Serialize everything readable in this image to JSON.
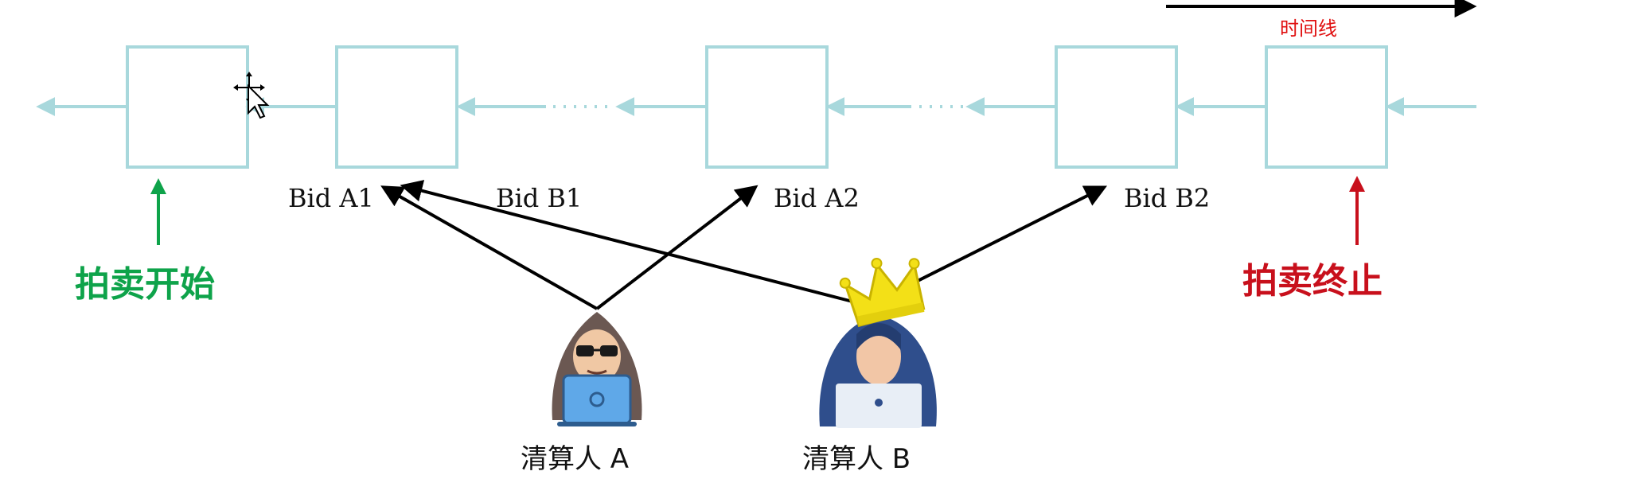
{
  "timeline": {
    "label": "时间线"
  },
  "bids": {
    "a1": "Bid A1",
    "b1": "Bid B1",
    "a2": "Bid A2",
    "b2": "Bid B2"
  },
  "markers": {
    "start": "拍卖开始",
    "end": "拍卖终止"
  },
  "actors": {
    "a": "清算人 A",
    "b": "清算人 B"
  },
  "colors": {
    "chain": "#a8d8dc",
    "start": "#0ea34a",
    "end": "#c8101c",
    "timeline_label": "#e01010",
    "crown": "#f3e017",
    "laptop": "#5fa8e8",
    "hood_a": "#6b5852",
    "hood_b": "#2f4e8c"
  }
}
